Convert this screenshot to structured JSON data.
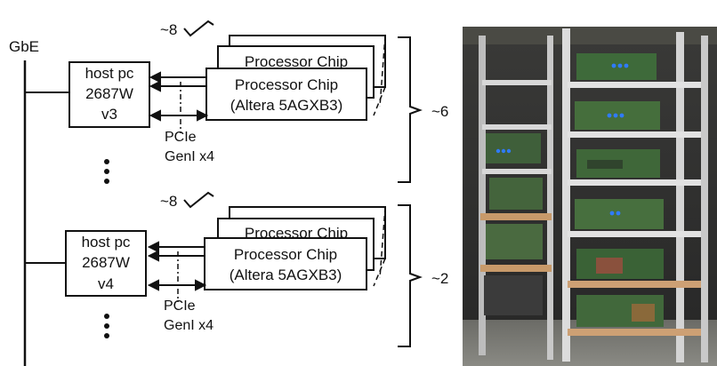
{
  "diagram": {
    "network_label": "GbE",
    "groups": [
      {
        "host_lines": [
          "host pc",
          "2687W",
          "v3"
        ],
        "chip_back_label": "Processor Chip",
        "chip_front_lines": [
          "Processor Chip",
          "(Altera 5AGXB3)"
        ],
        "link_lines": [
          "PCIe",
          "GenI x4"
        ],
        "chip_count": "~8",
        "group_count": "~6"
      },
      {
        "host_lines": [
          "host pc",
          "2687W",
          "v4"
        ],
        "chip_back_label": "Processor Chip",
        "chip_front_lines": [
          "Processor Chip",
          "(Altera 5AGXB3)"
        ],
        "link_lines": [
          "PCIe",
          "GenI x4"
        ],
        "chip_count": "~8",
        "group_count": "~2"
      }
    ]
  },
  "photo": {
    "subject": "server-racks-with-fpga-boards"
  },
  "colors": {
    "line": "#111111",
    "rack_frame": "#cfcfcf",
    "board_green": "#3f6b3a",
    "board_tan": "#b58a5e",
    "led_blue": "#2f7bff",
    "background_dark": "#2b2b2b"
  }
}
